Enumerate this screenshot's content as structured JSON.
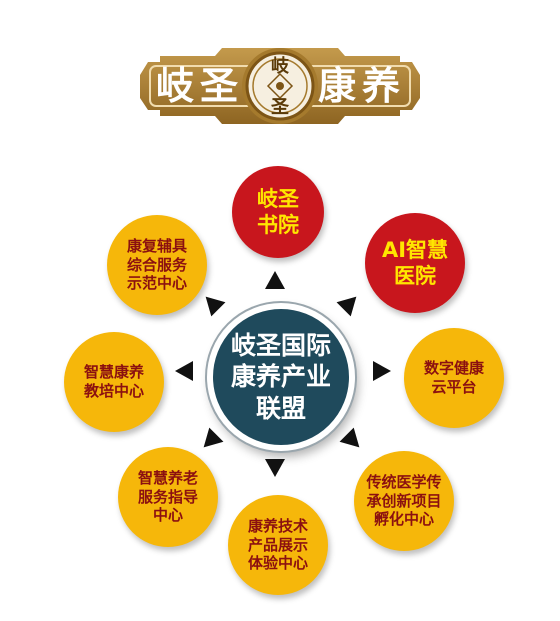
{
  "logo": {
    "left_text": "岐圣",
    "right_text": "康养",
    "seal_top": "岐",
    "seal_bottom": "圣"
  },
  "colors": {
    "gold": "#a57a2d",
    "red": "#c8161d",
    "yellow": "#f6b70a",
    "teal": "#1f4a5c",
    "text_red": "#8b1010"
  },
  "center": {
    "label": "岐圣国际\n康养产业\n联盟"
  },
  "nodes": [
    {
      "id": "academy",
      "label": "岐圣\n书院"
    },
    {
      "id": "ai_hospital",
      "label": "AI智慧\n医院"
    },
    {
      "id": "digital_health",
      "label": "数字健康\n云平台"
    },
    {
      "id": "tcm_incubation",
      "label": "传统医学传\n承创新项目\n孵化中心"
    },
    {
      "id": "product_center",
      "label": "康养技术\n产品展示\n体验中心"
    },
    {
      "id": "elderly_training",
      "label": "智慧养老\n服务指导\n中心"
    },
    {
      "id": "wellness_training",
      "label": "智慧康养\n教培中心"
    },
    {
      "id": "rehab_demo",
      "label": "康复辅具\n综合服务\n示范中心"
    }
  ]
}
